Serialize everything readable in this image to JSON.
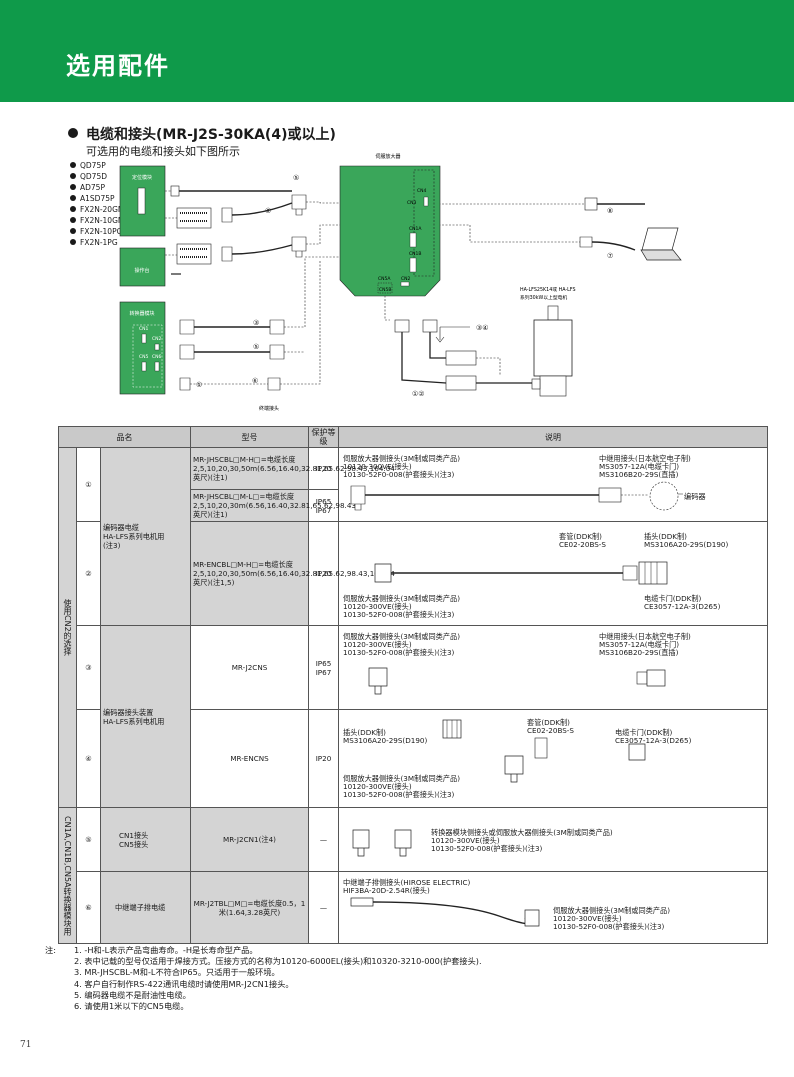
{
  "header": {
    "title": "选用配件"
  },
  "section": {
    "title": "电缆和接头(MR-J2S-30KA(4)或以上)",
    "subtitle": "可选用的电缆和接头如下图所示"
  },
  "diagram": {
    "controllers": [
      "QD75P",
      "QD75D",
      "AD75P",
      "A1SD75P",
      "FX2N-20GM",
      "FX2N-10GM",
      "FX2N-10PG",
      "FX2N-1PG"
    ],
    "servo_amp_label": "伺服放大器",
    "positioning_module": "定位模块",
    "operation_panel": "操作台",
    "converter_module": "转换器模块",
    "terminal_block": "终端接头",
    "motor_label_1": "HA-LFS25K14或 HA-LFS",
    "motor_label_2": "系列30kW以上型电机",
    "connectors": [
      "CN4",
      "CN3",
      "CN1A",
      "CN1B",
      "CN5A",
      "CN2",
      "CN5B",
      "CN1",
      "CN2",
      "CN5",
      "CN6"
    ],
    "markers": [
      "⑤",
      "⑥",
      "⑧",
      "⑦",
      "③",
      "⑤",
      "⑥",
      "①",
      "③④",
      "①②"
    ]
  },
  "table": {
    "headers": [
      "品名",
      "型号",
      "保护等级",
      "说明"
    ],
    "group_labels": [
      "使用CN2的选择",
      "CN1A,CN1B,CN5A转换器模块用"
    ],
    "rows": [
      {
        "num": "①",
        "name": "",
        "model": "MR-JHSCBL□M-H□=电缆长度2,5,10,20,30,50m(6.56,16.40,32.81,65.62,98.43,164.04英尺)(注1)",
        "protection": "IP20"
      },
      {
        "num": "",
        "name": "编码器电缆\nHA-LFS系列电机用\n(注3)",
        "model": "MR-JHSCBL□M-L□=电缆长度2,5,10,20,30m(6.56,16.40,32.81,65.62,98.43英尺)(注1)",
        "protection": "IP65\nIP67"
      },
      {
        "num": "②",
        "name": "",
        "model": "MR-ENCBL□M-H□=电缆长度2,5,10,20,30,50m(6.56,16.40,32.81,65.62,98.43,164.04英尺)(注1,5)",
        "protection": "IP20"
      },
      {
        "num": "③",
        "name": "编码器接头装置\nHA-LFS系列电机用",
        "model": "MR-J2CNS",
        "protection": "IP65\nIP67"
      },
      {
        "num": "④",
        "name": "",
        "model": "MR-ENCNS",
        "protection": "IP20"
      },
      {
        "num": "⑤",
        "name": "CN1接头\nCN5接头",
        "model": "MR-J2CN1(注4)",
        "protection": "—"
      },
      {
        "num": "⑥",
        "name": "中继端子排电缆",
        "model": "MR-J2TBL□M□=电缆长度0.5，1米(1.64,3.28英尺)",
        "protection": "—"
      }
    ],
    "desc": {
      "amp_side": "伺服放大器侧接头(3M制或同类产品)",
      "conn_10120": "10120-300VE(接头)",
      "shell_10130": "10130-52F0-008(护套接头)(注3)",
      "relay_plug": "中继用接头(日本航空电子制)",
      "ms3057": "MS3057-12A(电缆卡门)",
      "ms3106b": "MS3106B20-29S(直插)",
      "encoder": "编码器",
      "sleeve_ddk": "套管(DDK制)",
      "ce02": "CE02-20BS-S",
      "plug_ddk": "插头(DDK制)",
      "ms3106a": "MS3106A20-29S(D190)",
      "clamp_ddk": "电缆卡门(DDK制)",
      "ce3057": "CE3057-12A-3(D265)",
      "conv_side": "转换器模块侧接头或伺服放大器侧接头(3M制或同类产品)",
      "shell_10120_3210": "10120-300VE(接头)",
      "shell_10120_3210b": "10130-52F0-008(护套接头)(注3)",
      "relay_term": "中继端子排侧接头(HIROSE ELECTRIC)",
      "hif3ba": "HIF3BA-20D-2.54R(接头)"
    }
  },
  "notes": {
    "label": "注:",
    "items": [
      "1. -H和-L表示产品弯曲寿命。-H是长寿命型产品。",
      "2. 表中记载的型号仅适用于焊接方式。压接方式的名称为10120-6000EL(接头)和10320-3210-000(护套接头).",
      "3. MR-JHSCBL-M和-L不符合IP65。只适用于一般环境。",
      "4. 客户自行制作RS-422通讯电缆时请使用MR-J2CN1接头。",
      "5. 编码器电缆不是耐油性电缆。",
      "6. 请使用1米以下的CN5电缆。"
    ]
  },
  "page_number": "71",
  "colors": {
    "header_green": "#0f9a4a",
    "module_green": "#3aa65a",
    "table_shade": "#d4d4d4"
  }
}
